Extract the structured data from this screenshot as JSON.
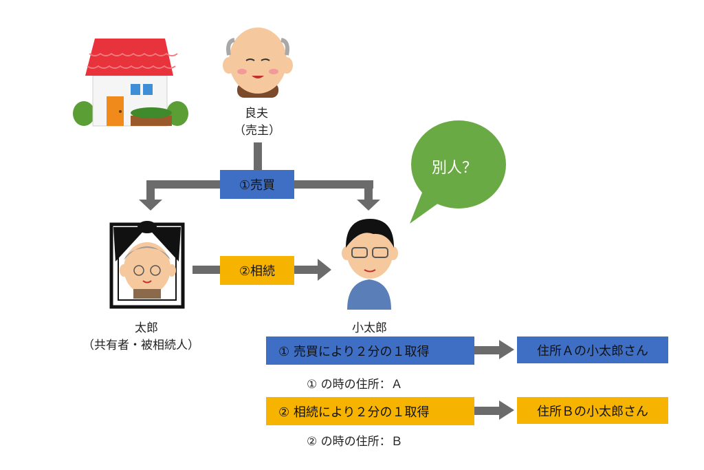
{
  "seller": {
    "name": "良夫",
    "role": "（売主）"
  },
  "deceased": {
    "name": "太郎",
    "role": "（共有者・被相続人）"
  },
  "heir": {
    "name": "小太郎"
  },
  "speech": {
    "text": "別人？"
  },
  "transactions": {
    "sale_label": "①売買",
    "inherit_label": "②相続"
  },
  "acquisitions": [
    {
      "label": "①  売買により２分の１取得",
      "result": "住所Ａの小太郎さん",
      "note": "①  の時の住所：Ａ"
    },
    {
      "label": "②  相続により２分の１取得",
      "result": "住所Ｂの小太郎さん",
      "note": "②  の時の住所：Ｂ"
    }
  ],
  "colors": {
    "blue": "#3f6fc4",
    "orange": "#f6b400",
    "arrow": "#6b6b6b",
    "speech": "#6aaa45",
    "roof": "#e8323c"
  },
  "icons": [
    "house-icon",
    "elderly-man-icon",
    "memorial-portrait-icon",
    "young-man-icon",
    "speech-bubble-icon"
  ]
}
